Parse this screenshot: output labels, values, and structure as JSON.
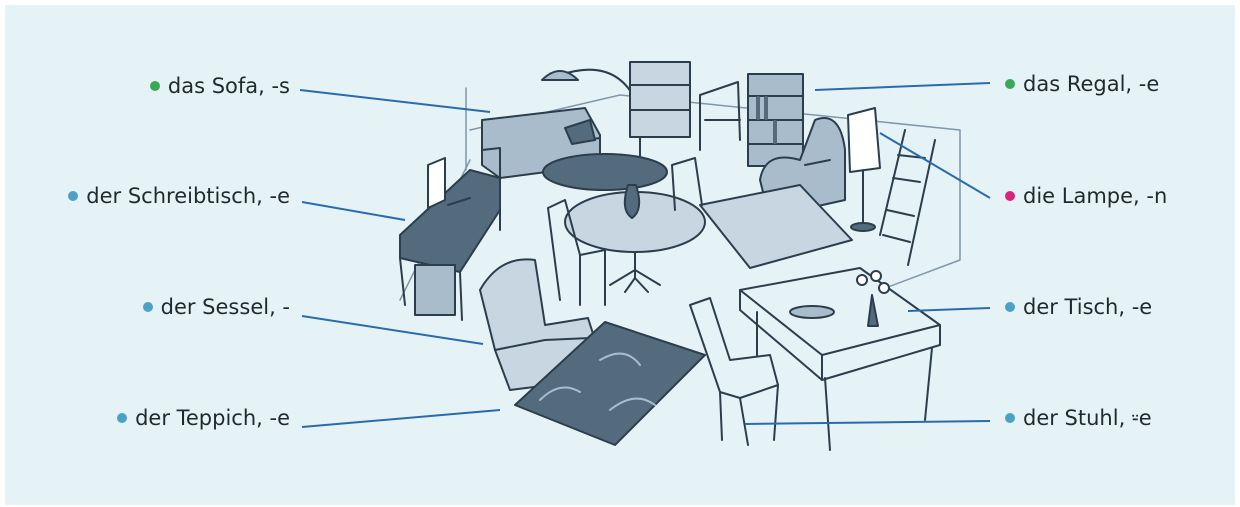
{
  "colors": {
    "background": "#e6f3f6",
    "line": "#2a6bab",
    "neuter": "#3aa856",
    "masculine": "#4ba2c6",
    "feminine": "#d6257a",
    "ink": "#2c3e4c",
    "furniture_fill": "#a8bccb",
    "furniture_dark": "#546b7d"
  },
  "labels": {
    "sofa": {
      "text": "das Sofa, -s",
      "gender": "neuter"
    },
    "schreibtisch": {
      "text": "der Schreibtisch, -e",
      "gender": "masculine"
    },
    "sessel": {
      "text": "der Sessel, -",
      "gender": "masculine"
    },
    "teppich": {
      "text": "der Teppich, -e",
      "gender": "masculine"
    },
    "regal": {
      "text": "das Regal, -e",
      "gender": "neuter"
    },
    "lampe": {
      "text": "die Lampe, -n",
      "gender": "feminine"
    },
    "tisch": {
      "text": "der Tisch, -e",
      "gender": "masculine"
    },
    "stuhl": {
      "text": "der Stuhl, ⸚e",
      "gender": "masculine"
    }
  }
}
